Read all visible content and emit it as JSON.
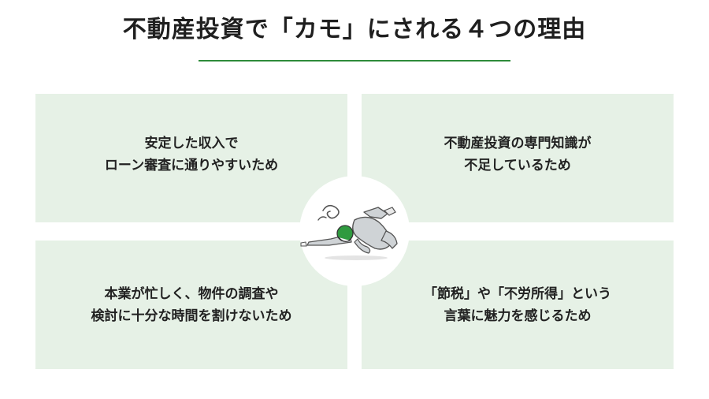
{
  "title": "不動産投資で「カモ」にされる４つの理由",
  "reasons": [
    {
      "text": "安定した収入で\nローン審査に通りやすいため"
    },
    {
      "text": "不動産投資の専門知識が\n不足しているため"
    },
    {
      "text": "本業が忙しく、物件の調査や\n検討に十分な時間を割けないため"
    },
    {
      "text": "「節税」や「不労所得」という\n言葉に魅力を感じるため"
    }
  ],
  "colors": {
    "accent": "#2e8b3a",
    "box_bg": "#e6f1e6",
    "text": "#222222"
  },
  "illustration": {
    "icon": "collapsed-person-icon"
  }
}
